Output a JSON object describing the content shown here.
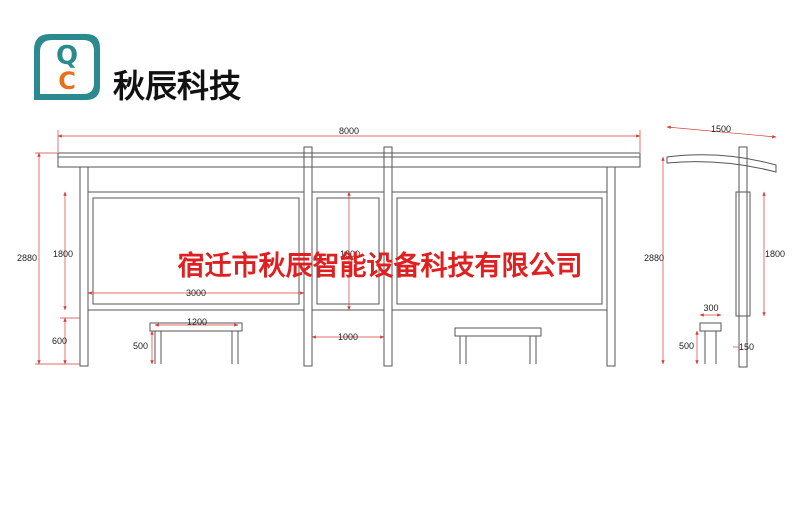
{
  "logo": {
    "letters": [
      "Q",
      "C"
    ],
    "brand": "秋辰科技"
  },
  "watermark": "宿迁市秋辰智能设备科技有限公司",
  "colors": {
    "logo_teal": "#2b8a8e",
    "logo_orange": "#e8701d",
    "dimension_red": "#d83a3a",
    "watermark_red": "#e02020",
    "structure": "#555555"
  },
  "front_view": {
    "overall_width": "8000",
    "overall_height": "2880",
    "panel_height_left": "1800",
    "panel_height_middle": "1800",
    "panel_width": "3000",
    "base_height": "600",
    "bench_length": "1200",
    "bench_height": "500",
    "middle_bay_width": "1000"
  },
  "side_view": {
    "roof_depth": "1500",
    "overall_height": "2880",
    "panel_height": "1800",
    "bench_depth": "300",
    "bench_height": "500",
    "post_width": "150"
  }
}
